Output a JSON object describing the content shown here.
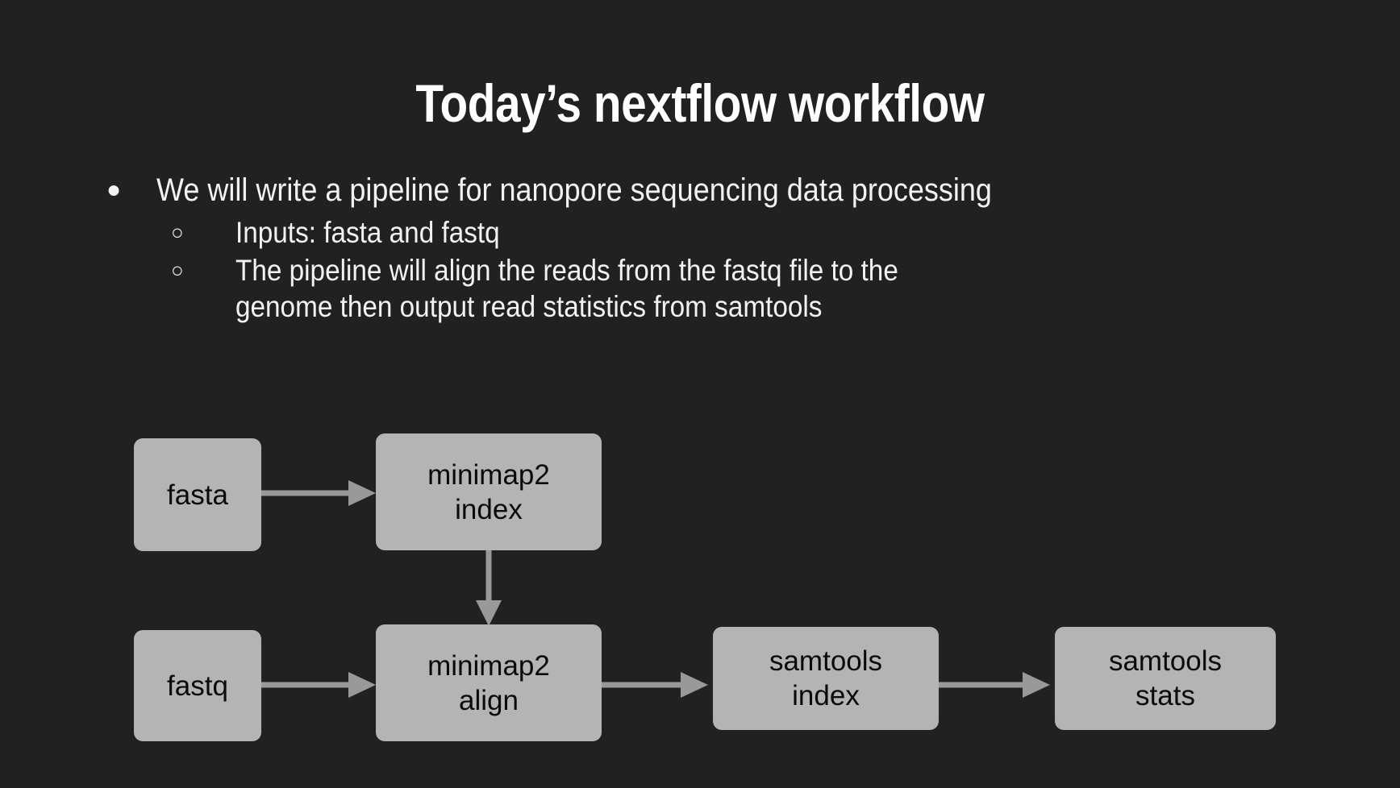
{
  "slide": {
    "background_color": "#212121",
    "text_color": "#f2f2f2",
    "title": "Today’s nextflow workflow"
  },
  "bullets": [
    {
      "level": 1,
      "marker": "●",
      "text": "We will write a pipeline for nanopore sequencing data processing"
    },
    {
      "level": 2,
      "marker": "○",
      "text": "Inputs: fasta and fastq"
    },
    {
      "level": 2,
      "marker": "○",
      "line1": "The pipeline will align the reads from the fastq file to the",
      "line2": "genome then output read statistics from samtools"
    }
  ],
  "diagram": {
    "node_fill": "#b4b4b4",
    "node_text_color": "#0a0a0a",
    "arrow_color": "#999999",
    "nodes": [
      {
        "id": "fasta",
        "line1": "fasta",
        "line2": ""
      },
      {
        "id": "mmindex",
        "line1": "minimap2",
        "line2": "index"
      },
      {
        "id": "fastq",
        "line1": "fastq",
        "line2": ""
      },
      {
        "id": "mmalign",
        "line1": "minimap2",
        "line2": "align"
      },
      {
        "id": "stindex",
        "line1": "samtools",
        "line2": "index"
      },
      {
        "id": "ststats",
        "line1": "samtools",
        "line2": "stats"
      }
    ],
    "edges": [
      {
        "from": "fasta",
        "to": "mmindex",
        "direction": "right"
      },
      {
        "from": "mmindex",
        "to": "mmalign",
        "direction": "down"
      },
      {
        "from": "fastq",
        "to": "mmalign",
        "direction": "right"
      },
      {
        "from": "mmalign",
        "to": "stindex",
        "direction": "right"
      },
      {
        "from": "stindex",
        "to": "ststats",
        "direction": "right"
      }
    ]
  }
}
